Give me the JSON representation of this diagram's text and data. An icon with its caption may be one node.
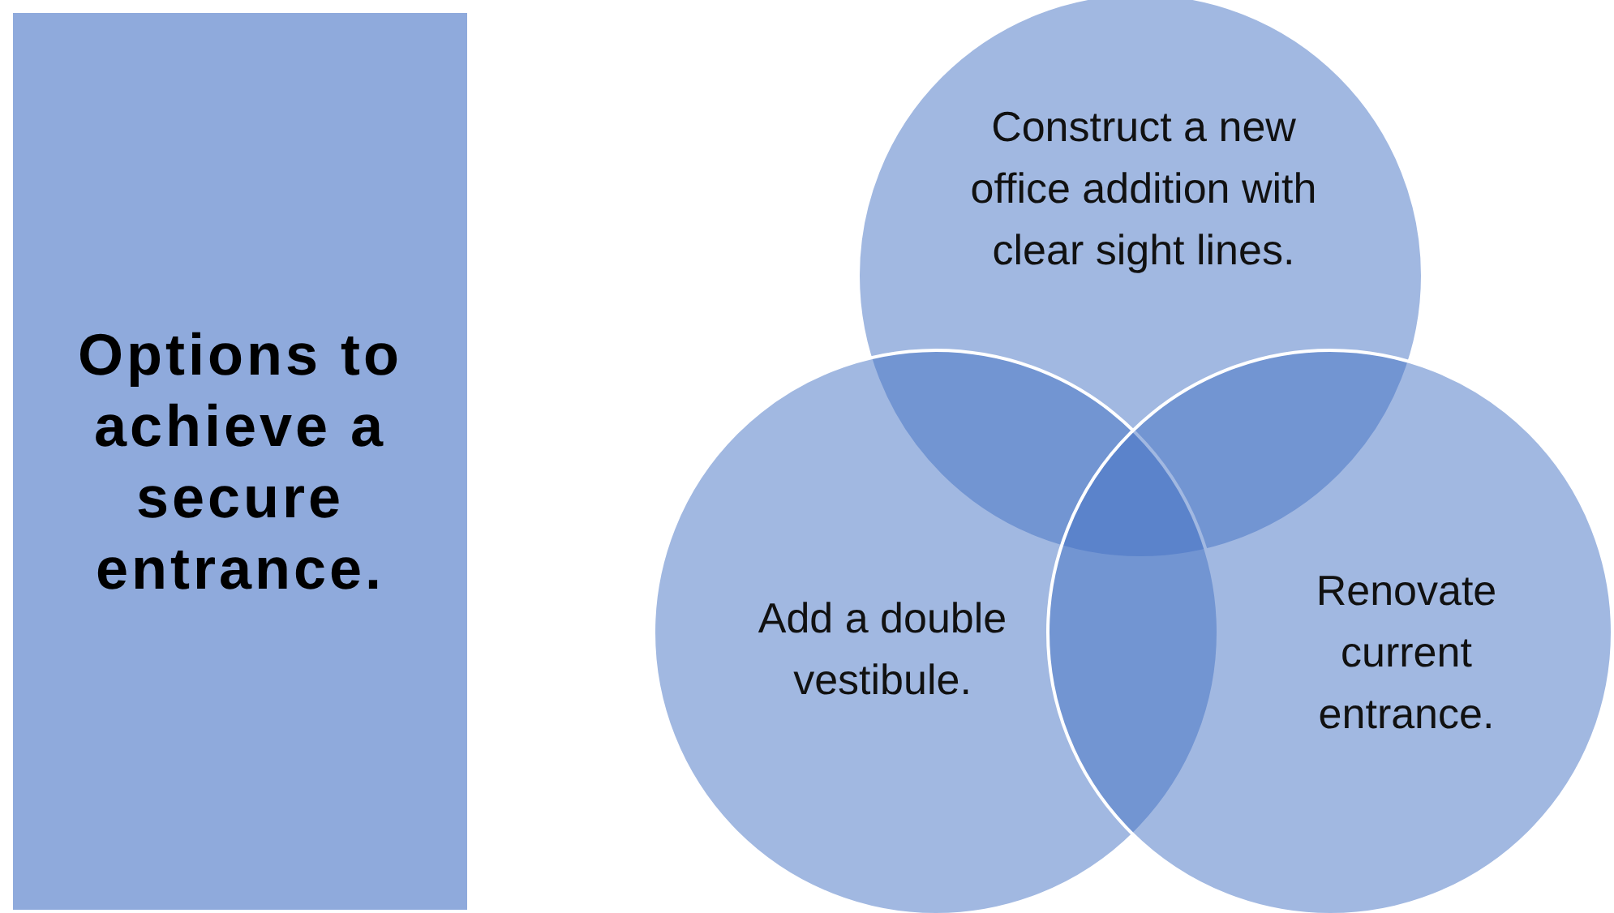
{
  "diagram": {
    "nodes": [
      {
        "text": [
          "Options to achieve a secure entrance."
        ]
      },
      {
        "text": [
          "Construct a new office addition with clear sight lines."
        ]
      },
      {
        "text": [
          "Add a double vestibule."
        ]
      },
      {
        "text": [
          "Renovate current entrance."
        ]
      }
    ]
  }
}
